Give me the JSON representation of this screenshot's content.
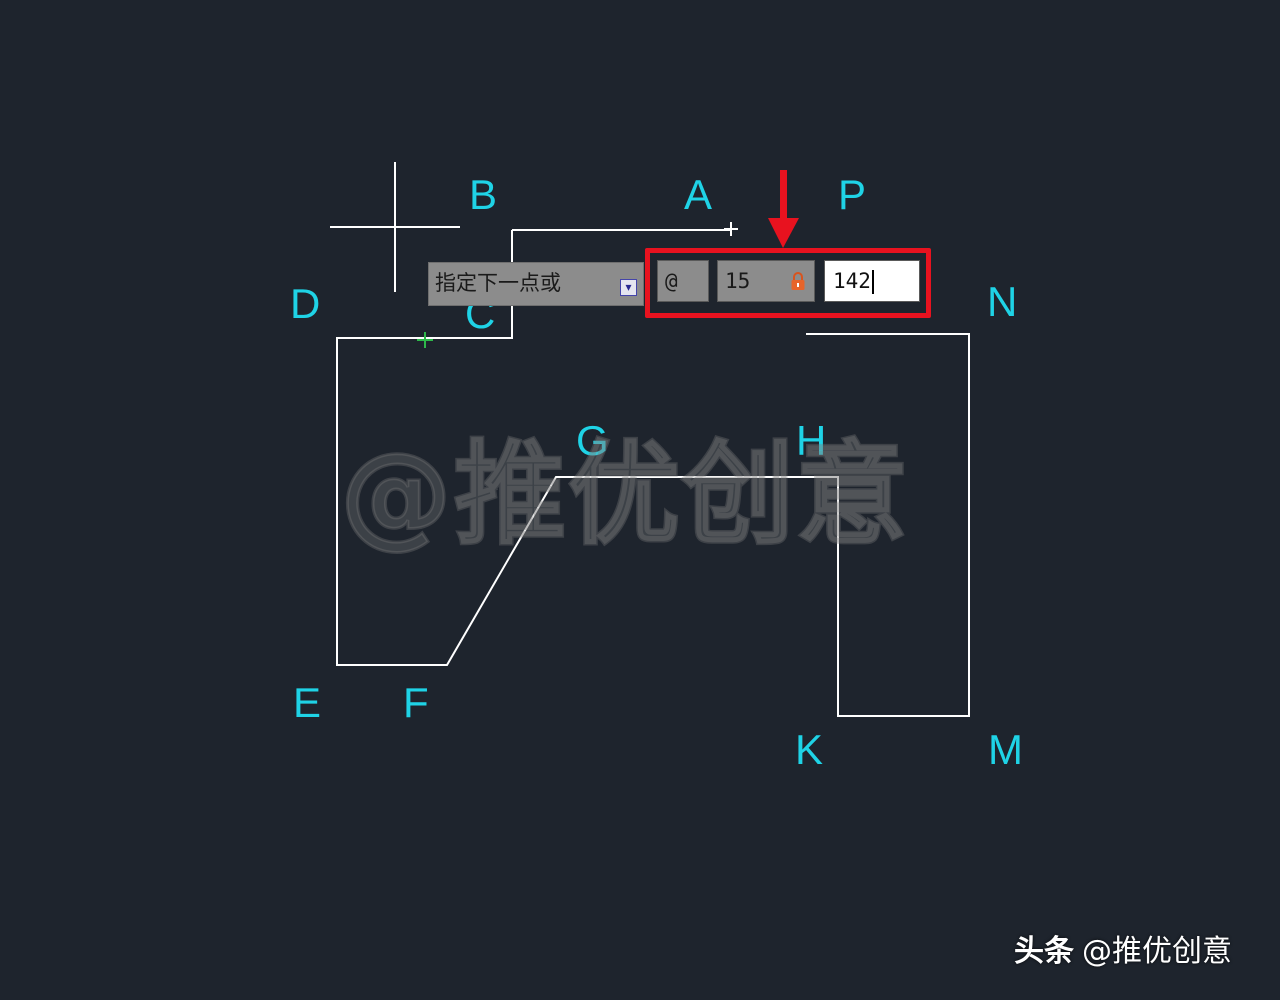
{
  "points": {
    "A": "A",
    "B": "B",
    "C": "C",
    "D": "D",
    "E": "E",
    "F": "F",
    "G": "G",
    "H": "H",
    "K": "K",
    "M": "M",
    "N": "N",
    "P": "P"
  },
  "dynamic_input": {
    "prompt": "指定下一点或",
    "prompt_icon": "dropdown-menu-icon",
    "relative_prefix": "@",
    "length_value": "15",
    "length_icon": "lock-icon",
    "angle_value": "142"
  },
  "watermark": "@推优创意",
  "footer": {
    "brand": "头条",
    "handle": "@推优创意"
  },
  "colors": {
    "background": "#1e242d",
    "point_labels": "#1fd3e6",
    "lines": "#ffffff",
    "highlight": "#e8121f",
    "arrow": "#e8121f",
    "osnap_marker": "#2db84a"
  }
}
